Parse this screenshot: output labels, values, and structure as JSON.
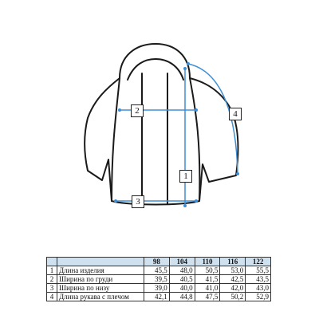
{
  "markers": [
    "1",
    "2",
    "3",
    "4"
  ],
  "colors": {
    "measure": "#3d8fd6",
    "outline": "#1a1a1a",
    "header_bg": "#cfe0ef"
  },
  "table": {
    "headers": [
      "",
      "",
      "98",
      "104",
      "110",
      "116",
      "122"
    ],
    "rows": [
      [
        "1",
        "Длина изделия",
        "45,5",
        "48,0",
        "50,5",
        "53,0",
        "55,5"
      ],
      [
        "2",
        "Ширина по груди",
        "39,5",
        "40,5",
        "41,5",
        "42,5",
        "43,5"
      ],
      [
        "3",
        "Ширина по низу",
        "39,0",
        "40,0",
        "41,0",
        "42,0",
        "43,0"
      ],
      [
        "4",
        "Длина рукава с плечом",
        "42,1",
        "44,8",
        "47,5",
        "50,2",
        "52,9"
      ]
    ]
  }
}
